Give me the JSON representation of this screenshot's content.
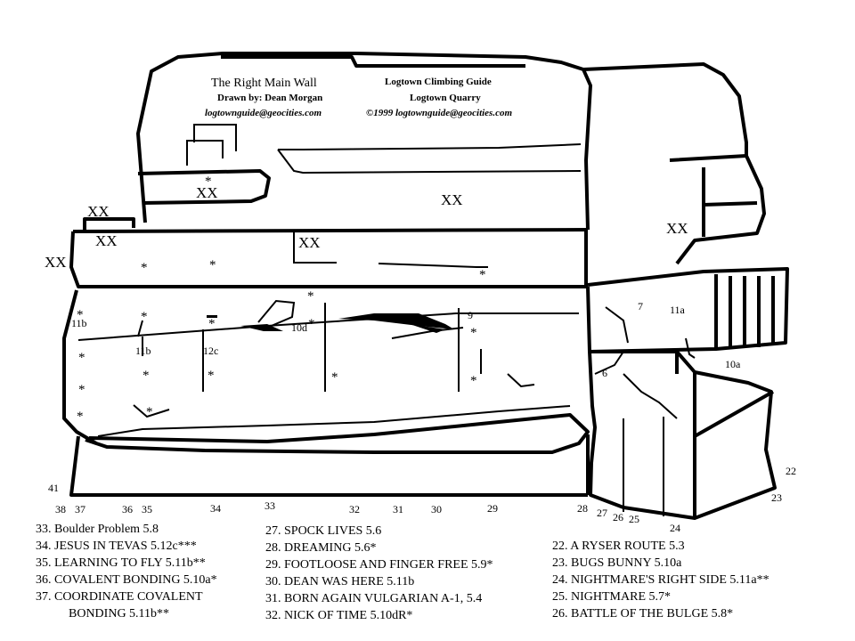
{
  "header": {
    "title": "The Right Main Wall",
    "drawn_by": "Drawn by: Dean Morgan",
    "email": "logtownguide@geocities.com",
    "guide_name": "Logtown Climbing Guide",
    "location": "Logtown Quarry",
    "copyright": "©1999  logtownguide@geocities.com"
  },
  "anchor_mark": "XX",
  "star_mark": "*",
  "wall_grades": [
    "11b",
    "11b",
    "12c",
    "10d",
    "9",
    "7",
    "11a",
    "10a",
    "6"
  ],
  "route_numbers": [
    "41",
    "38",
    "37",
    "36",
    "35",
    "34",
    "33",
    "32",
    "31",
    "30",
    "29",
    "28",
    "27",
    "26",
    "25",
    "24",
    "23",
    "22"
  ],
  "legend": {
    "col1": [
      "33. Boulder Problem 5.8",
      "34. JESUS IN TEVAS 5.12c***",
      "35. LEARNING TO FLY 5.11b**",
      "36. COVALENT BONDING 5.10a*",
      "37. COORDINATE COVALENT",
      "BONDING 5.11b**"
    ],
    "col2": [
      "27. SPOCK LIVES 5.6",
      "28. DREAMING 5.6*",
      "29. FOOTLOOSE AND FINGER FREE 5.9*",
      "30. DEAN WAS HERE 5.11b",
      "31. BORN AGAIN VULGARIAN A-1, 5.4",
      "32. NICK OF TIME 5.10dR*"
    ],
    "col3": [
      "22. A RYSER ROUTE 5.3",
      "23. BUGS BUNNY 5.10a",
      "24. NIGHTMARE'S RIGHT SIDE 5.11a**",
      "25. NIGHTMARE 5.7*",
      "26. BATTLE OF THE BULGE 5.8*"
    ]
  }
}
